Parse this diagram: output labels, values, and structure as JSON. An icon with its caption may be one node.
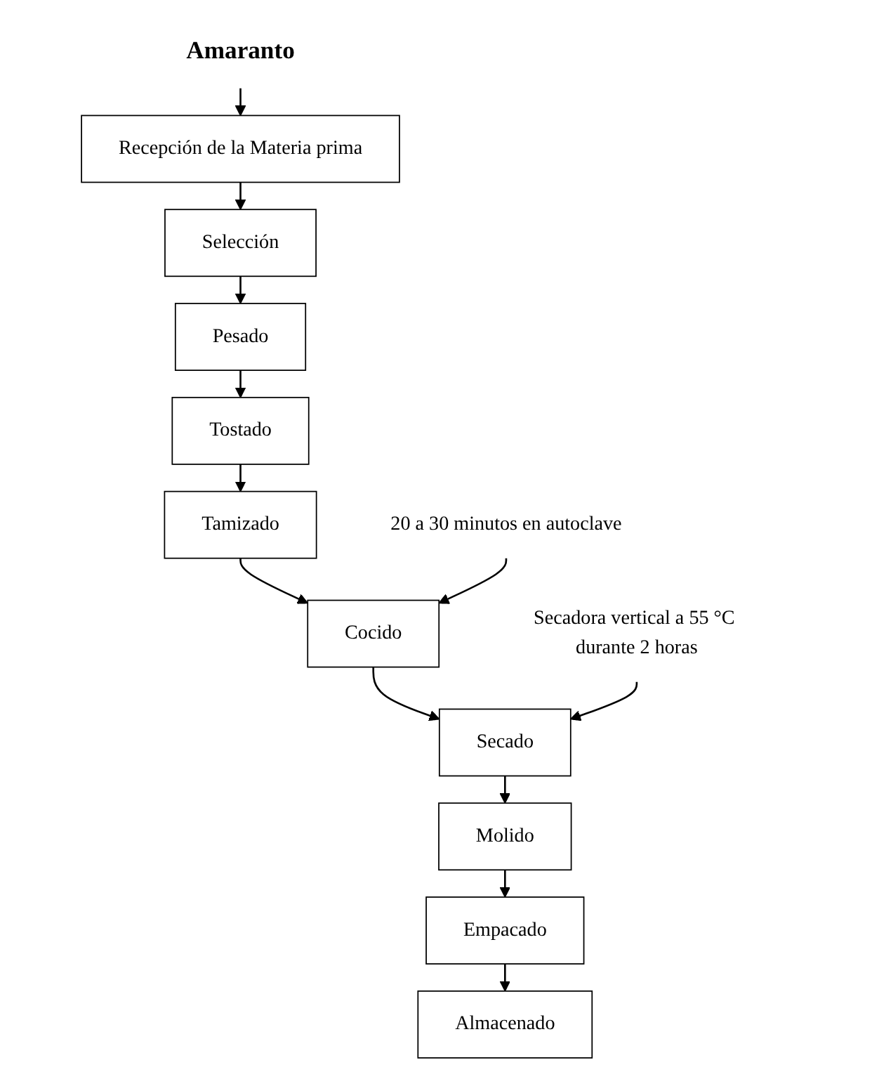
{
  "diagram": {
    "nodes": [
      {
        "text": [
          "Amaranto"
        ]
      },
      {
        "text": [
          "Recepción de la Materia prima"
        ]
      },
      {
        "text": [
          "Selección"
        ]
      },
      {
        "text": [
          "Pesado"
        ]
      },
      {
        "text": [
          "Tostado"
        ]
      },
      {
        "text": [
          "Tamizado"
        ]
      },
      {
        "text": [
          "Cocido"
        ]
      },
      {
        "text": [
          "Secado"
        ]
      },
      {
        "text": [
          "Molido"
        ]
      },
      {
        "text": [
          "Empacado"
        ]
      },
      {
        "text": [
          "Almacenado"
        ]
      },
      {
        "text": [
          "20 a 30 minutos en autoclave"
        ]
      },
      {
        "text": [
          "Secadora vertical a 55 °C durante 2 horas"
        ]
      }
    ],
    "edges": [
      {
        "from": 0,
        "to": 1,
        "arrow": "to"
      },
      {
        "from": 1,
        "to": 2,
        "arrow": "to"
      },
      {
        "from": 2,
        "to": 3,
        "arrow": "to"
      },
      {
        "from": 3,
        "to": 4,
        "arrow": "to"
      },
      {
        "from": 4,
        "to": 5,
        "arrow": "to"
      },
      {
        "from": 5,
        "to": 6,
        "arrow": "to"
      },
      {
        "from": 6,
        "to": 7,
        "arrow": "to"
      },
      {
        "from": 7,
        "to": 8,
        "arrow": "to"
      },
      {
        "from": 8,
        "to": 9,
        "arrow": "to"
      },
      {
        "from": 9,
        "to": 10,
        "arrow": "to"
      },
      {
        "from": 11,
        "to": 6,
        "arrow": "to"
      },
      {
        "from": 12,
        "to": 7,
        "arrow": "to"
      }
    ]
  }
}
